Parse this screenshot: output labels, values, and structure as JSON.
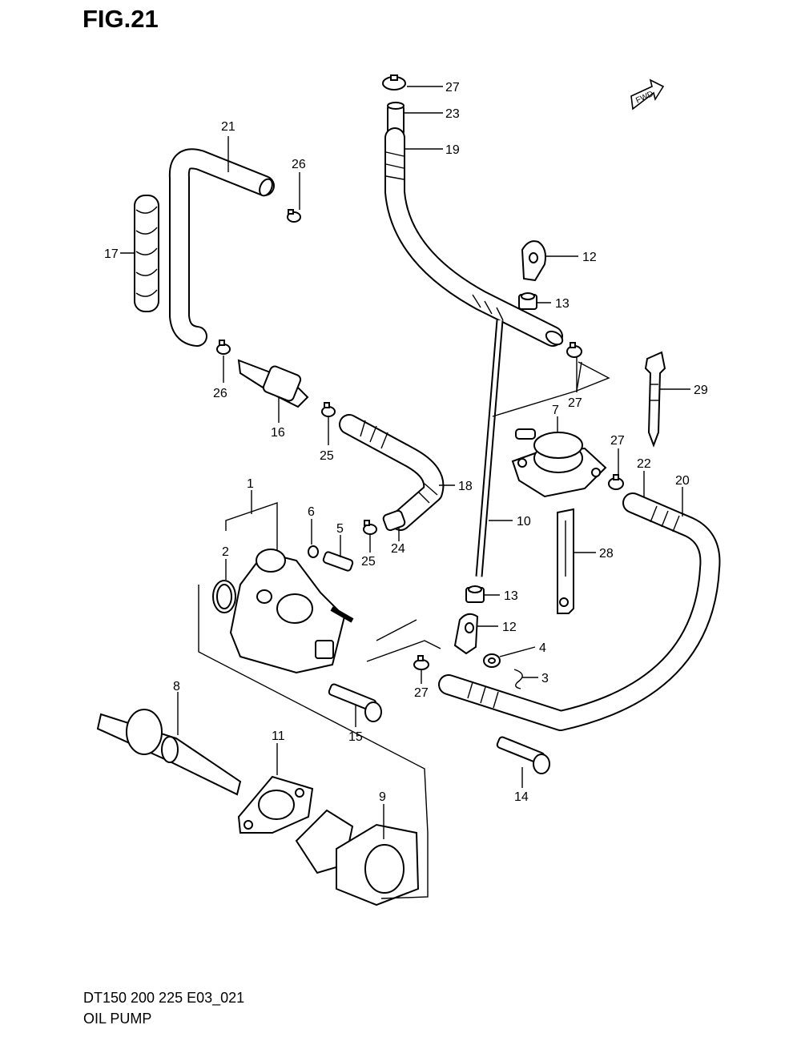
{
  "figure": {
    "title": "FIG.21",
    "model_code": "DT150 200 225 E03_021",
    "name": "OIL PUMP",
    "fwd_label": "FWD"
  },
  "callouts": [
    {
      "id": "c27a",
      "text": "27"
    },
    {
      "id": "c23",
      "text": "23"
    },
    {
      "id": "c19",
      "text": "19"
    },
    {
      "id": "c21",
      "text": "21"
    },
    {
      "id": "c26a",
      "text": "26"
    },
    {
      "id": "c17",
      "text": "17"
    },
    {
      "id": "c12a",
      "text": "12"
    },
    {
      "id": "c13a",
      "text": "13"
    },
    {
      "id": "c26b",
      "text": "26"
    },
    {
      "id": "c27b",
      "text": "27"
    },
    {
      "id": "c29",
      "text": "29"
    },
    {
      "id": "c16",
      "text": "16"
    },
    {
      "id": "c7",
      "text": "7"
    },
    {
      "id": "c25a",
      "text": "25"
    },
    {
      "id": "c27c",
      "text": "27"
    },
    {
      "id": "c22",
      "text": "22"
    },
    {
      "id": "c20",
      "text": "20"
    },
    {
      "id": "c18",
      "text": "18"
    },
    {
      "id": "c1",
      "text": "1"
    },
    {
      "id": "c6",
      "text": "6"
    },
    {
      "id": "c5",
      "text": "5"
    },
    {
      "id": "c10",
      "text": "10"
    },
    {
      "id": "c2",
      "text": "2"
    },
    {
      "id": "c24",
      "text": "24"
    },
    {
      "id": "c25b",
      "text": "25"
    },
    {
      "id": "c28",
      "text": "28"
    },
    {
      "id": "c13b",
      "text": "13"
    },
    {
      "id": "c12b",
      "text": "12"
    },
    {
      "id": "c4",
      "text": "4"
    },
    {
      "id": "c3",
      "text": "3"
    },
    {
      "id": "c27d",
      "text": "27"
    },
    {
      "id": "c8",
      "text": "8"
    },
    {
      "id": "c15",
      "text": "15"
    },
    {
      "id": "c14",
      "text": "14"
    },
    {
      "id": "c11",
      "text": "11"
    },
    {
      "id": "c9",
      "text": "9"
    }
  ]
}
